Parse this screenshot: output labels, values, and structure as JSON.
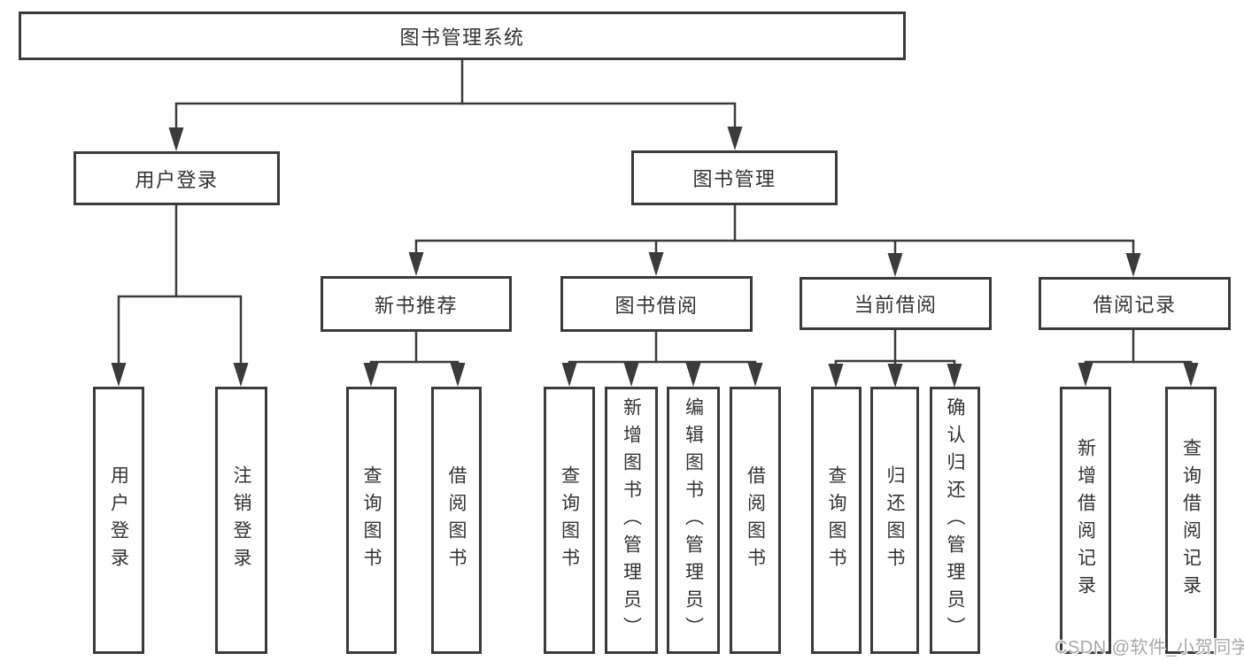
{
  "diagram": {
    "root": {
      "label": "图书管理系统"
    },
    "branches": {
      "user_login": {
        "label": "用户登录",
        "children": [
          {
            "label": "用户登录"
          },
          {
            "label": "注销登录"
          }
        ]
      },
      "book_mgmt": {
        "label": "图书管理",
        "modules": [
          {
            "label": "新书推荐",
            "children": [
              {
                "label": "查询图书"
              },
              {
                "label": "借阅图书"
              }
            ]
          },
          {
            "label": "图书借阅",
            "children": [
              {
                "label": "查询图书"
              },
              {
                "label": "新增图书（管理员）"
              },
              {
                "label": "编辑图书（管理员）"
              },
              {
                "label": "借阅图书"
              }
            ]
          },
          {
            "label": "当前借阅",
            "children": [
              {
                "label": "查询图书"
              },
              {
                "label": "归还图书"
              },
              {
                "label": "确认归还（管理员）"
              }
            ]
          },
          {
            "label": "借阅记录",
            "children": [
              {
                "label": "新增借阅记录"
              },
              {
                "label": "查询借阅记录"
              }
            ]
          }
        ]
      }
    }
  },
  "watermark": {
    "text": "CSDN @软件_小贺同学"
  },
  "colors": {
    "line": "#3b3b3b",
    "text": "#333333",
    "background": "#ffffff",
    "watermark": "#a8a8a8"
  }
}
